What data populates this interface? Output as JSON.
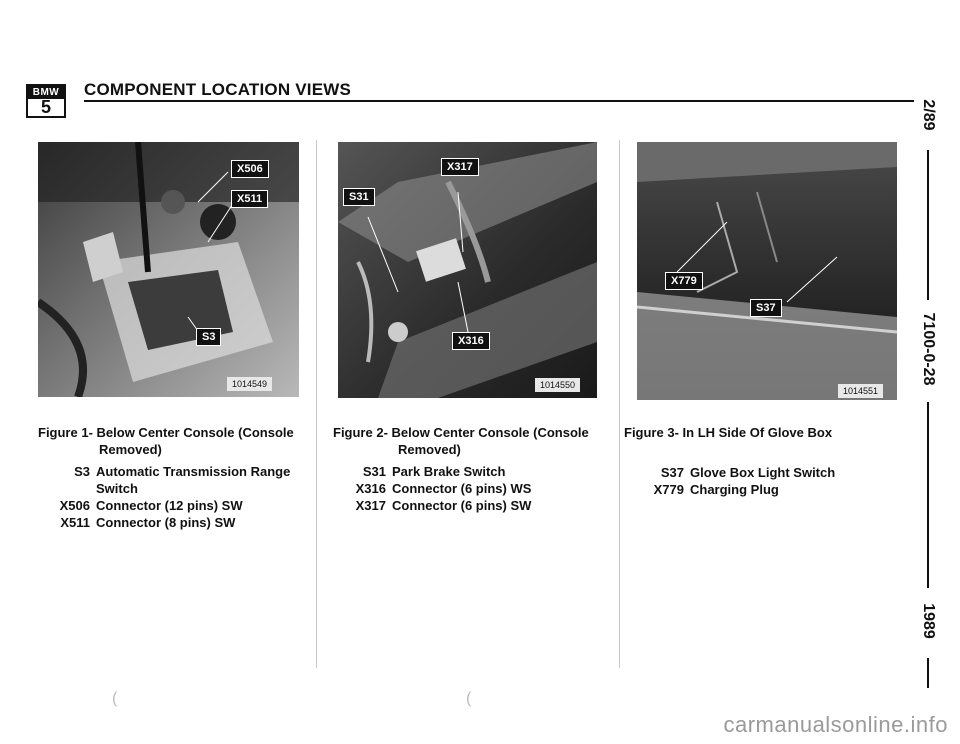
{
  "header": {
    "logo_top": "BMW",
    "logo_num": "5",
    "title": "COMPONENT LOCATION VIEWS"
  },
  "side": {
    "date": "2/89",
    "doc_number": "7100-0-28",
    "year": "1989"
  },
  "figures": [
    {
      "caption_num": "Figure 1-",
      "caption_line1": "Below Center Console (Console",
      "caption_line2": "Removed)",
      "photo_id": "1014549",
      "callouts": [
        "X506",
        "X511",
        "S3"
      ],
      "legend": [
        {
          "code": "S3",
          "text": "Automatic Transmission Range",
          "text2": "Switch"
        },
        {
          "code": "X506",
          "text": "Connector (12 pins) SW"
        },
        {
          "code": "X511",
          "text": "Connector (8 pins) SW"
        }
      ]
    },
    {
      "caption_num": "Figure 2-",
      "caption_line1": "Below Center Console (Console",
      "caption_line2": "Removed)",
      "photo_id": "1014550",
      "callouts": [
        "X317",
        "S31",
        "X316"
      ],
      "legend": [
        {
          "code": "S31",
          "text": "Park Brake Switch"
        },
        {
          "code": "X316",
          "text": "Connector (6 pins) WS"
        },
        {
          "code": "X317",
          "text": "Connector (6 pins) SW"
        }
      ]
    },
    {
      "caption_num": "Figure 3-",
      "caption_line1": "In LH Side Of Glove Box",
      "photo_id": "1014551",
      "callouts": [
        "X779",
        "S37"
      ],
      "legend": [
        {
          "code": "S37",
          "text": "Glove Box Light Switch"
        },
        {
          "code": "X779",
          "text": "Charging Plug"
        }
      ]
    }
  ],
  "watermark": "carmanualsonline.info"
}
